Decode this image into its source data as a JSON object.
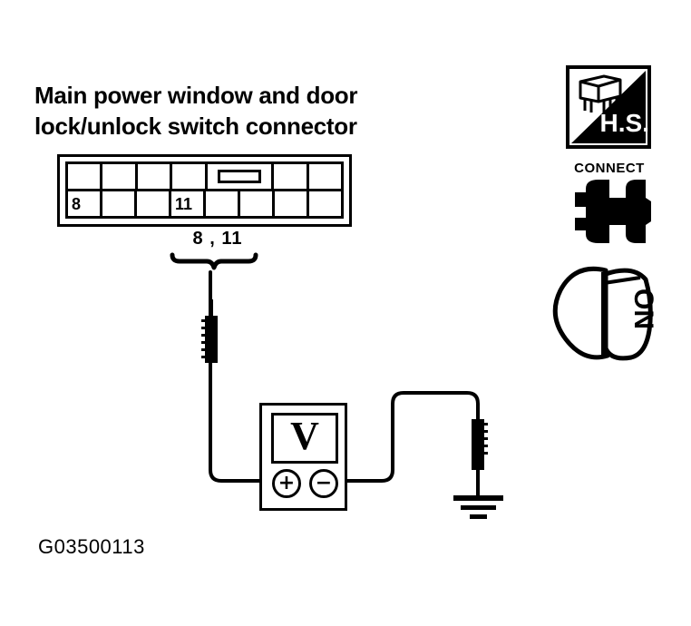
{
  "figure": {
    "title_lines": [
      "Main power window and door",
      "lock/unlock switch connector"
    ],
    "code": "G03500113"
  },
  "connector": {
    "pin_labels": {
      "cell_1": "8",
      "cell_4": "11"
    },
    "measured_pins_label": "8 , 11",
    "columns": 8,
    "rows": 2
  },
  "meter": {
    "display_value": "V",
    "positive_terminal": "+",
    "negative_terminal": "−"
  },
  "icons": {
    "hs": {
      "label": "H.S.",
      "name": "harness-side-icon"
    },
    "connect": {
      "label": "CONNECT",
      "name": "connect-icon"
    },
    "ignition": {
      "label": "ON",
      "name": "ignition-switch-on-icon"
    },
    "ground": {
      "name": "ground-symbol"
    },
    "probe_left": {
      "name": "test-probe-left"
    },
    "probe_right": {
      "name": "test-probe-right"
    }
  },
  "colors": {
    "ink": "#000000",
    "background": "#ffffff"
  }
}
